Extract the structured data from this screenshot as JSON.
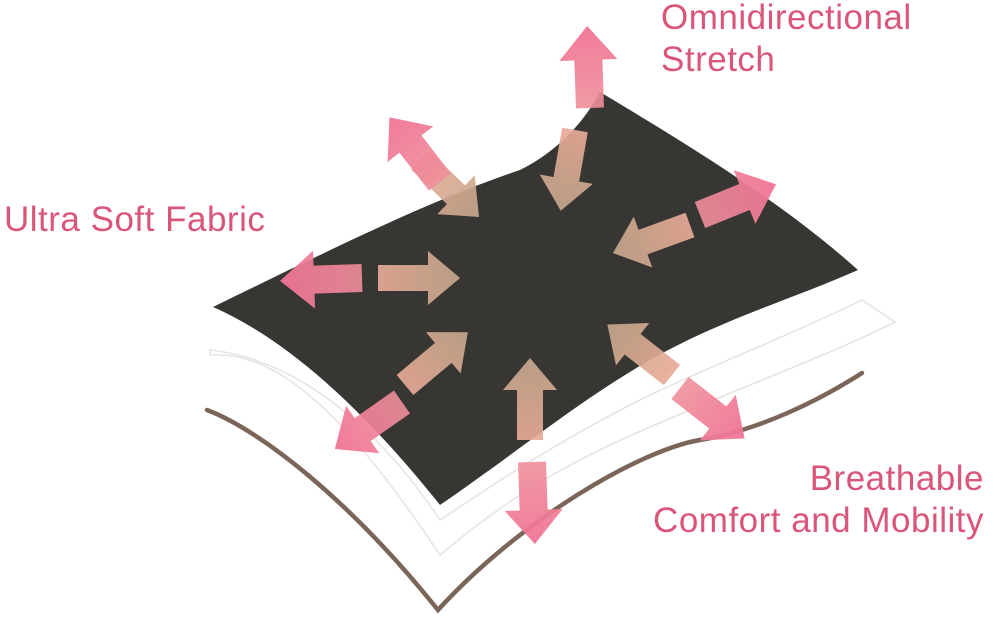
{
  "labels": {
    "stretch": {
      "line1": "Omnidirectional",
      "line2": "Stretch"
    },
    "soft": {
      "text": "Ultra Soft Fabric"
    },
    "breathable": {
      "line1": "Breathable",
      "line2": "Comfort and Mobility"
    }
  },
  "icons": {
    "outward": "arrow-outward-icon",
    "inward": "arrow-inward-icon"
  },
  "colors": {
    "text": "#d9557a",
    "fabric": "#383633",
    "base_line": "#7a6558",
    "outward_arrow": "#ef7a96",
    "inward_arrow": "#c7a489"
  }
}
